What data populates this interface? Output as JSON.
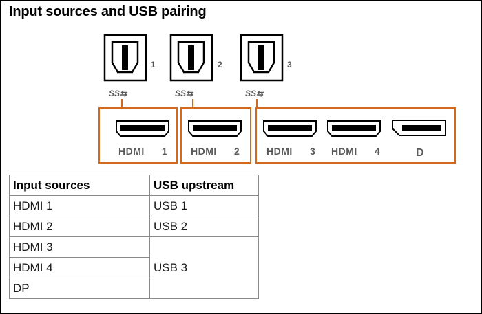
{
  "title": "Input sources and USB pairing",
  "accent_color": "#d2691e",
  "usb_ports": [
    {
      "number": "1",
      "logo": "SS⇆"
    },
    {
      "number": "2",
      "logo": "SS⇆"
    },
    {
      "number": "3",
      "logo": "SS⇆"
    }
  ],
  "inputs": [
    {
      "brand": "HDMI",
      "number": "1"
    },
    {
      "brand": "HDMI",
      "number": "2"
    },
    {
      "brand": "HDMI",
      "number": "3"
    },
    {
      "brand": "HDMI",
      "number": "4"
    },
    {
      "brand": "D",
      "number": ""
    }
  ],
  "table": {
    "headers": [
      "Input sources",
      "USB upstream"
    ],
    "rows": [
      {
        "source": "HDMI 1",
        "usb": "USB 1"
      },
      {
        "source": "HDMI 2",
        "usb": "USB 2"
      },
      {
        "source": "HDMI 3",
        "usb": "USB 3"
      },
      {
        "source": "HDMI 4",
        "usb": ""
      },
      {
        "source": "DP",
        "usb": ""
      }
    ]
  }
}
